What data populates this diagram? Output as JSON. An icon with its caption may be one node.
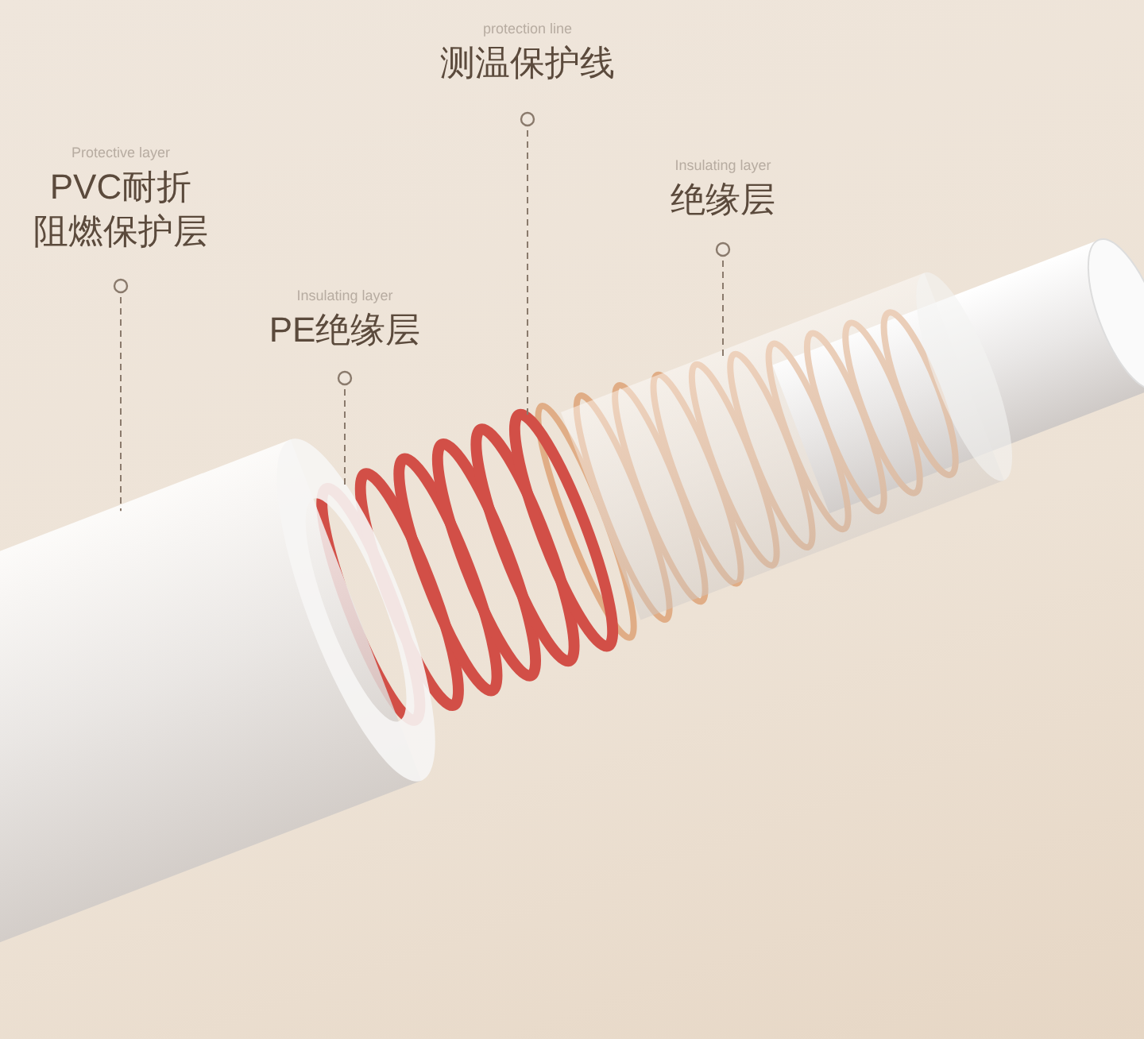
{
  "diagram": {
    "nodes": [
      {
        "text": [
          "protection line",
          "测温保护线"
        ]
      },
      {
        "text": [
          "Protective layer",
          "PVC耐折阻燃保护层"
        ]
      },
      {
        "text": [
          "Insulating layer",
          "绝缘层"
        ]
      },
      {
        "text": [
          "Insulating layer",
          "PE绝缘层"
        ]
      },
      {
        "text": [],
        "shape": "picture"
      },
      {
        "text": [],
        "shape": "picture"
      },
      {
        "text": [],
        "shape": "picture"
      },
      {
        "text": [],
        "shape": "picture"
      }
    ],
    "edges": [
      {
        "from": 1,
        "to": 4,
        "arrow": "other"
      },
      {
        "from": 3,
        "to": 5,
        "arrow": "other"
      },
      {
        "from": 0,
        "to": 6,
        "arrow": "other"
      },
      {
        "from": 2,
        "to": 7,
        "arrow": "other"
      }
    ]
  }
}
